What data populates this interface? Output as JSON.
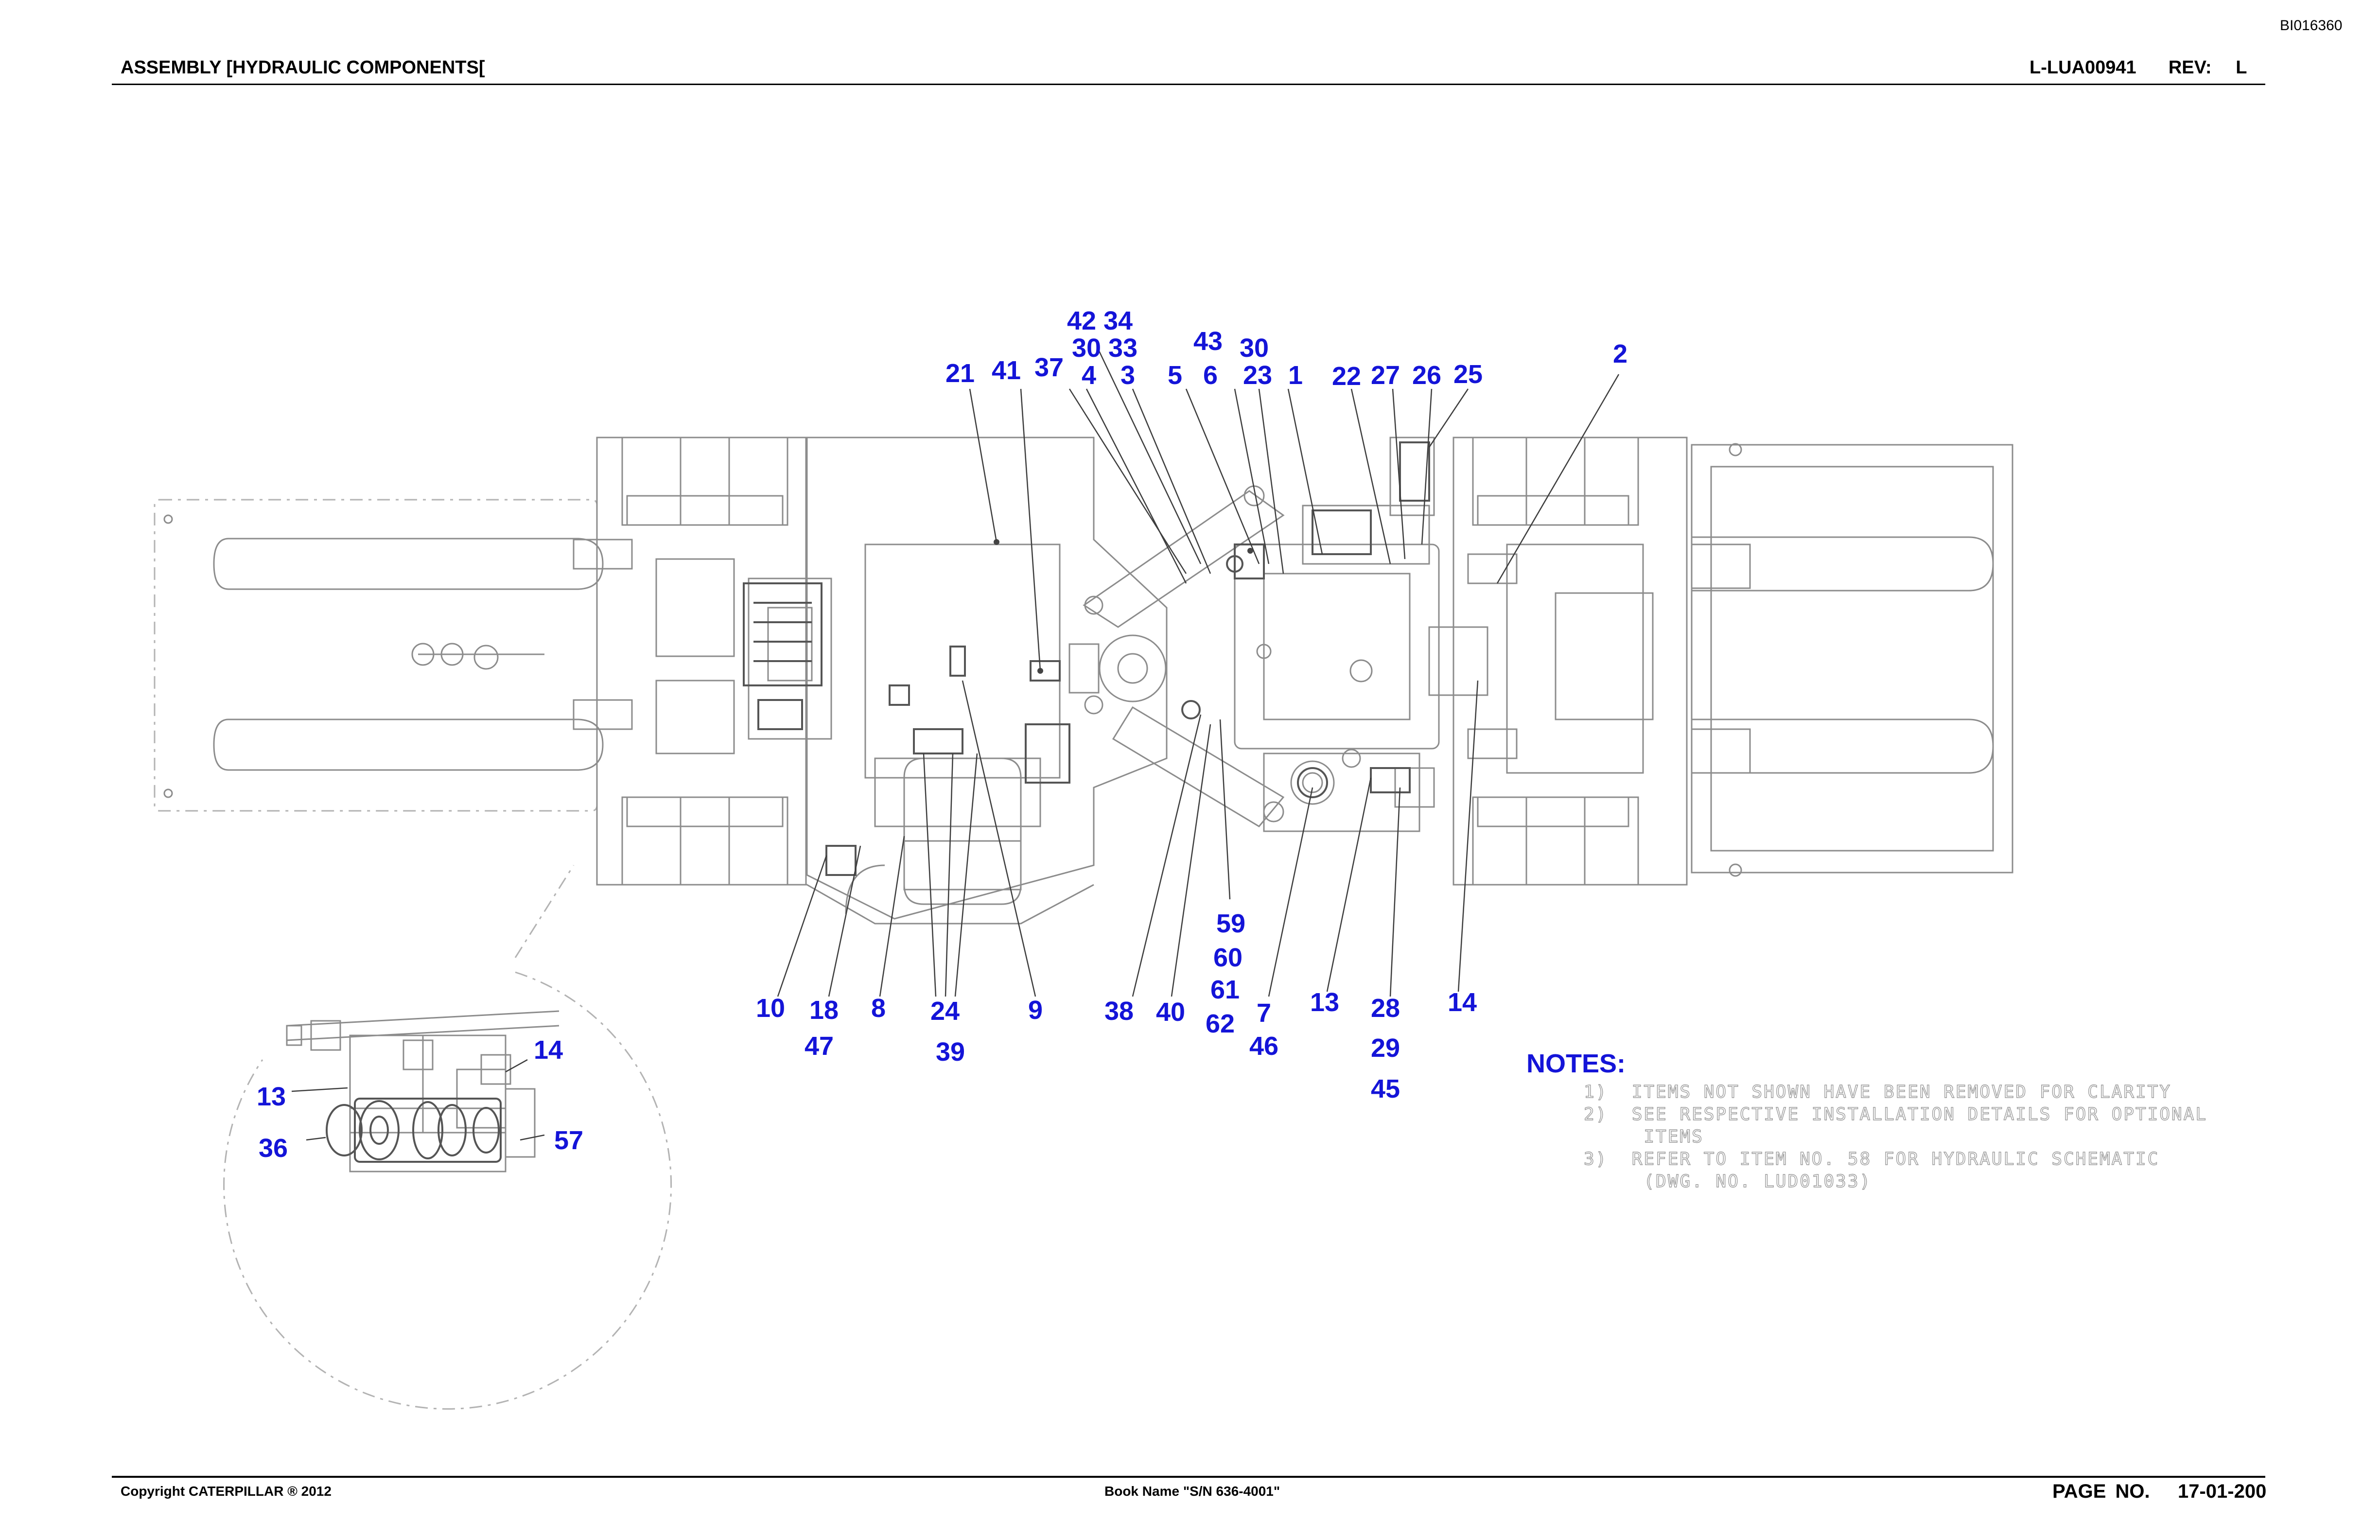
{
  "header": {
    "doc_id": "BI016360",
    "title": "ASSEMBLY [HYDRAULIC COMPONENTS[",
    "drawing_number": "L-LUA00941    REV:   L"
  },
  "footer": {
    "copyright": "Copyright CATERPILLAR ® 2012",
    "book_name": "Book Name \"S/N 636-4001\"",
    "page_number": "PAGE NO.   17-01-200"
  },
  "callouts": {
    "top": [
      "42",
      "34",
      "30",
      "33",
      "43",
      "30",
      "21",
      "41",
      "37",
      "4",
      "3",
      "5",
      "6",
      "23",
      "1",
      "22",
      "27",
      "26",
      "25",
      "2"
    ],
    "bottom": [
      "59",
      "60",
      "61",
      "62",
      "10",
      "18",
      "8",
      "24",
      "9",
      "38",
      "40",
      "7",
      "13",
      "28",
      "14",
      "47",
      "39",
      "46",
      "29",
      "45"
    ],
    "detail": [
      "14",
      "13",
      "36",
      "57"
    ]
  },
  "notes": {
    "title": "NOTES:",
    "items": [
      "1)  ITEMS NOT SHOWN HAVE BEEN REMOVED FOR CLARITY",
      "2)  SEE RESPECTIVE INSTALLATION DETAILS FOR OPTIONAL",
      "     ITEMS",
      "3)  REFER TO ITEM NO. 58 FOR HYDRAULIC SCHEMATIC",
      "     (DWG. NO. LUD01033)"
    ]
  },
  "colors": {
    "callout": "#1414d8",
    "linework": "#8c8c8c",
    "text": "#000000"
  }
}
